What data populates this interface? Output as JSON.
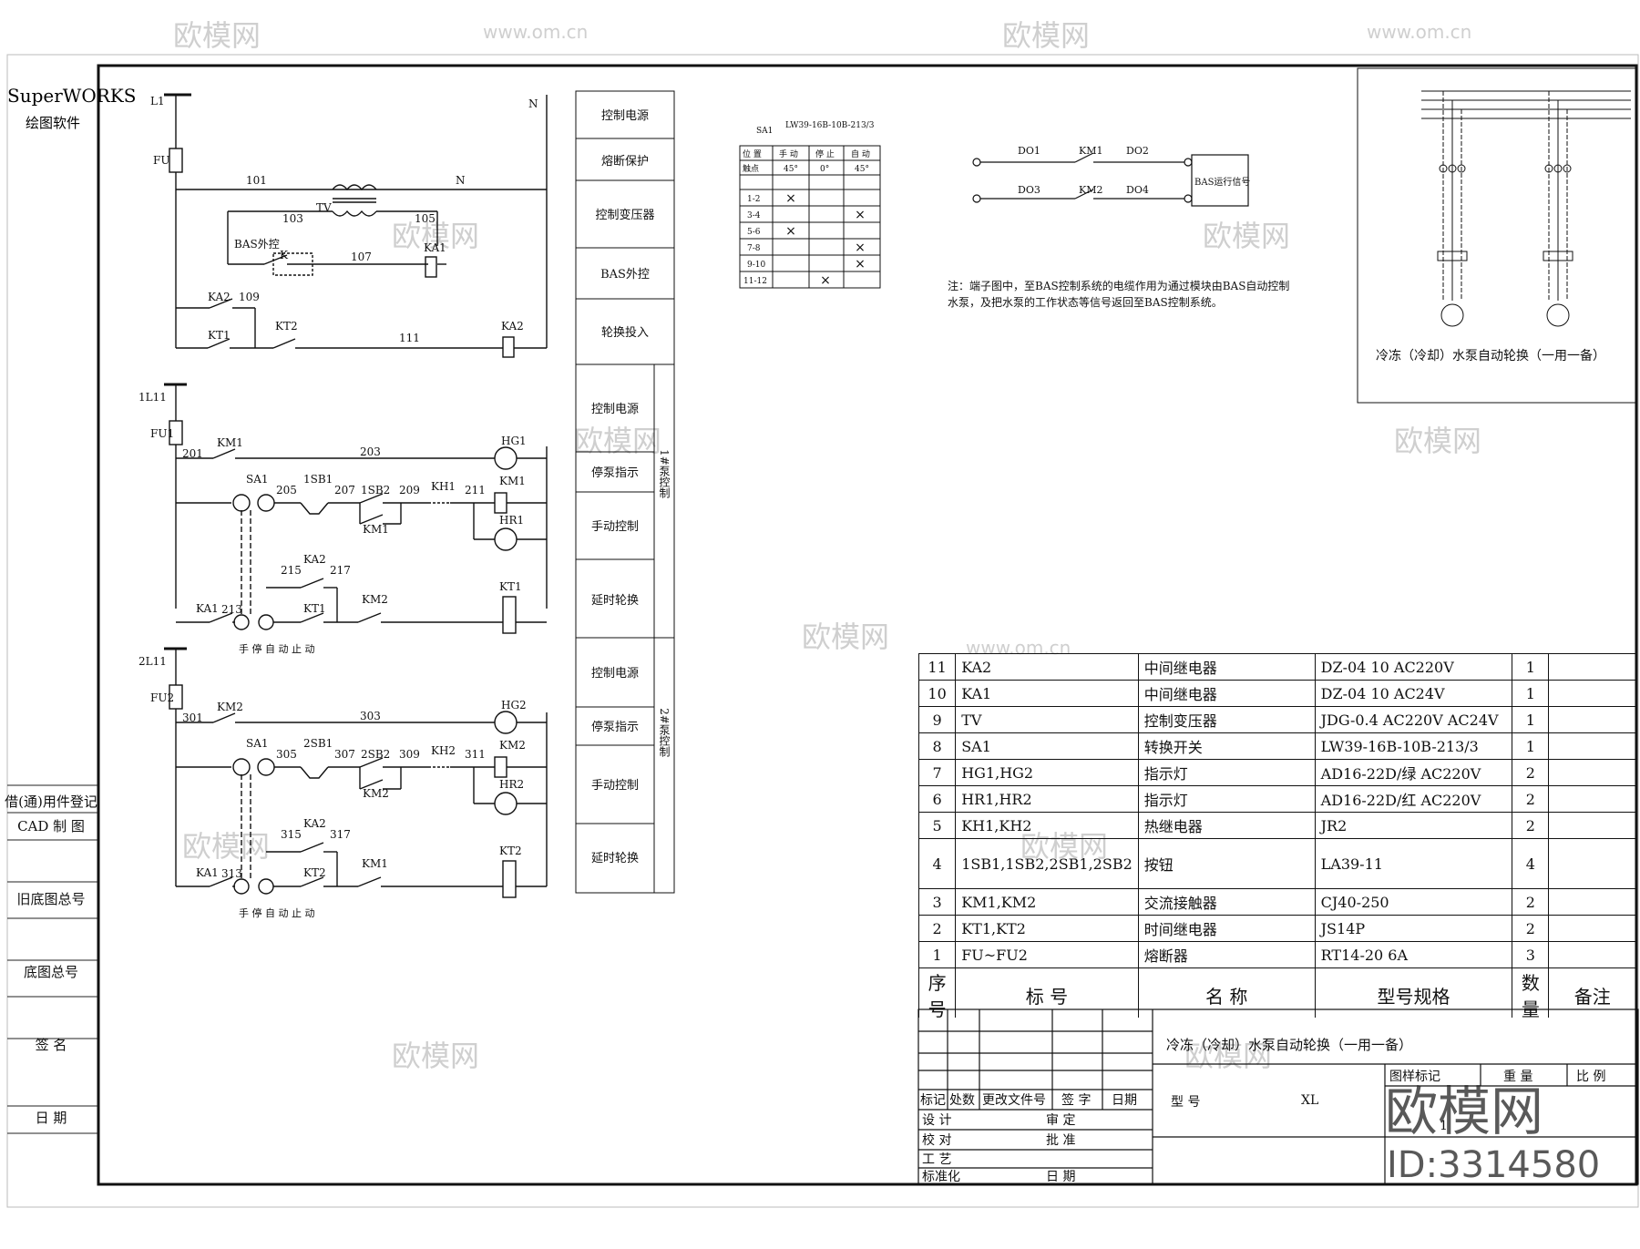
{
  "brand": {
    "name": "SuperWORKS",
    "subtitle": "绘图软件"
  },
  "watermark": {
    "brand": "欧模网",
    "site": "www.om.cn",
    "id": "ID:3314580"
  },
  "left_column": [
    "借(通)用件登记",
    "CAD 制 图",
    "旧底图总号",
    "底图总号",
    "签 名",
    "日 期"
  ],
  "function_column": {
    "items": [
      "控制电源",
      "熔断保护",
      "控制变压器",
      "BAS外控",
      "轮换投入",
      "控制电源",
      "停泵指示",
      "手动控制",
      "延时轮换",
      "控制电源",
      "停泵指示",
      "手动控制",
      "延时轮换"
    ],
    "groups": [
      "1#泵控制",
      "2#泵控制"
    ]
  },
  "circuit_labels": {
    "section1": {
      "L1": "L1",
      "N": "N",
      "FU": "FU",
      "w101": "101",
      "TV": "TV",
      "w103": "103",
      "w105": "105",
      "BAS": "BAS外控",
      "K": "K",
      "w107": "107",
      "KA1": "KA1",
      "KA2": "KA2",
      "w109": "109",
      "KT1": "KT1",
      "KT2": "KT2",
      "w111": "111"
    },
    "section2": {
      "bus": "1L11",
      "FU1": "FU1",
      "w201": "201",
      "KM1": "KM1",
      "w203": "203",
      "HG1": "HG1",
      "SA1": "SA1",
      "w205": "205",
      "SB1": "1SB1",
      "w207": "207",
      "SB2": "1SB2",
      "w209": "209",
      "KH1": "KH1",
      "w211": "211",
      "HR1": "HR1",
      "w213": "213",
      "w215": "215",
      "w217": "217",
      "KM2": "KM2",
      "note": "手 停 自\n动 止 动"
    },
    "section3": {
      "bus": "2L11",
      "FU2": "FU2",
      "w301": "301",
      "KM2": "KM2",
      "w303": "303",
      "HG2": "HG2",
      "SA1": "SA1",
      "w305": "305",
      "SB1": "2SB1",
      "w307": "307",
      "SB2": "2SB2",
      "w309": "309",
      "KH2": "KH2",
      "w311": "311",
      "HR2": "HR2",
      "w313": "313",
      "w315": "315",
      "w317": "317",
      "KM1": "KM1",
      "note": "手 停 自\n动 止 动"
    }
  },
  "sa_table": {
    "title": "SA1",
    "model": "LW39-16B-10B-213/3",
    "header": [
      "位 置",
      "手 动",
      "停 止",
      "自 动"
    ],
    "row2": [
      "触点",
      "45°",
      "0°",
      "45°"
    ],
    "rows": [
      "1-2",
      "3-4",
      "5-6",
      "7-8",
      "9-10",
      "11-12"
    ]
  },
  "bas_terminal": {
    "labels": [
      "DO1",
      "KM1",
      "DO2",
      "DO3",
      "KM2",
      "DO4"
    ],
    "box": "BAS运行信号",
    "note": "注：端子图中，至BAS控制系统的电缆作用为通过模块由BAS自动控制水泵，及把水泵的工作状态等信号返回至BAS控制系统。"
  },
  "main_circuit_caption": "冷冻（冷却）水泵自动轮换（一用一备）",
  "bom": {
    "headers": [
      "序号",
      "标 号",
      "名 称",
      "型号规格",
      "数量",
      "备注"
    ],
    "rows": [
      [
        "11",
        "KA2",
        "中间继电器",
        "DZ-04 10 AC220V",
        "1",
        ""
      ],
      [
        "10",
        "KA1",
        "中间继电器",
        "DZ-04 10 AC24V",
        "1",
        ""
      ],
      [
        "9",
        "TV",
        "控制变压器",
        "JDG-0.4 AC220V AC24V",
        "1",
        ""
      ],
      [
        "8",
        "SA1",
        "转换开关",
        "LW39-16B-10B-213/3",
        "1",
        ""
      ],
      [
        "7",
        "HG1,HG2",
        "指示灯",
        "AD16-22D/绿 AC220V",
        "2",
        ""
      ],
      [
        "6",
        "HR1,HR2",
        "指示灯",
        "AD16-22D/红 AC220V",
        "2",
        ""
      ],
      [
        "5",
        "KH1,KH2",
        "热继电器",
        "JR2",
        "2",
        ""
      ],
      [
        "4",
        "1SB1,1SB2,2SB1,2SB2",
        "按钮",
        "LA39-11",
        "4",
        ""
      ],
      [
        "3",
        "KM1,KM2",
        "交流接触器",
        "CJ40-250",
        "2",
        ""
      ],
      [
        "2",
        "KT1,KT2",
        "时间继电器",
        "JS14P",
        "2",
        ""
      ],
      [
        "1",
        "FU~FU2",
        "熔断器",
        "RT14-20 6A",
        "3",
        ""
      ]
    ]
  },
  "title_block": {
    "title": "冷冻（冷却）水泵自动轮换（一用一备）",
    "col_labels": [
      "标记",
      "处数",
      "更改文件号",
      "签 字",
      "日期"
    ],
    "left_rows": [
      "设 计",
      "校 对",
      "工 艺",
      "标准化"
    ],
    "mid_rows": [
      "审 定",
      "批 准",
      "",
      "日 期"
    ],
    "model_label": "型 号",
    "model_value": "XL",
    "right_headers": [
      "图样标记",
      "重 量",
      "比 例"
    ],
    "sheet": "1"
  }
}
